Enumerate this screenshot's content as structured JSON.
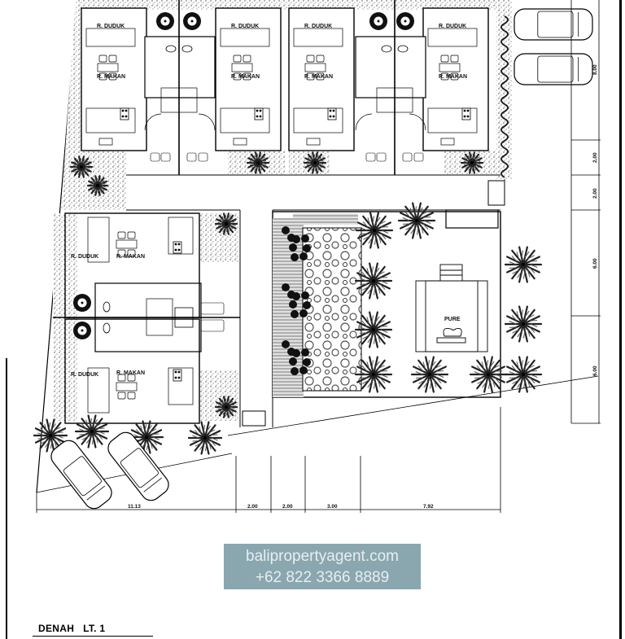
{
  "drawing": {
    "title": "DENAH",
    "level": "LT. 1",
    "rooms": {
      "living": "R. DUDUK",
      "dining": "R. MAKAN",
      "pavilion": "PURE"
    },
    "dimensions_bottom": [
      "11.13",
      "2.00",
      "2.00",
      "3.00",
      "7.92"
    ],
    "dimensions_right": [
      "8.00",
      "2.00",
      "2.00",
      "6.00",
      "6.00"
    ]
  },
  "watermark": {
    "website": "balipropertyagent.com",
    "phone": "+62 822 3366 8889"
  }
}
